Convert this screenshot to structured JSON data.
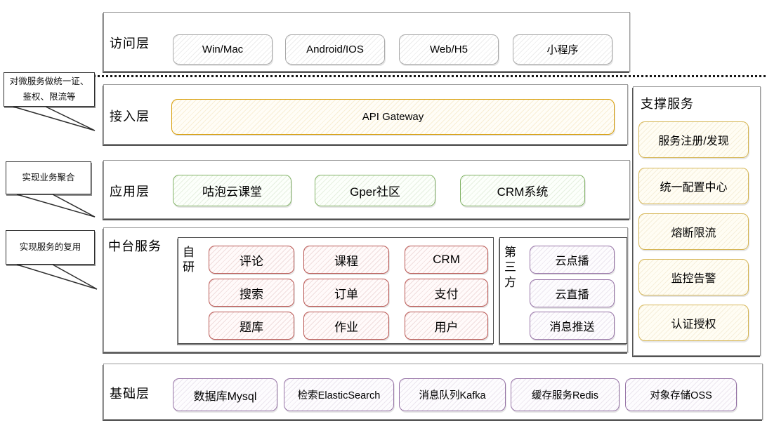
{
  "colors": {
    "gateway_accent": "#d79b00",
    "application_accent": "#82b366",
    "midplatform_accent": "#b85450",
    "thirdparty_accent": "#9673a6",
    "support_accent": "#d6b656",
    "base_accent": "#9673a6",
    "access_accent": "#a9a9a9"
  },
  "callouts": [
    {
      "text": "对微服务做统一证、鉴权、限流等"
    },
    {
      "text": "实现业务聚合"
    },
    {
      "text": "实现服务的复用"
    }
  ],
  "layers": {
    "access": {
      "label": "访问层",
      "items": [
        "Win/Mac",
        "Android/IOS",
        "Web/H5",
        "小程序"
      ]
    },
    "gateway": {
      "label": "接入层",
      "items": [
        "API Gateway"
      ]
    },
    "application": {
      "label": "应用层",
      "items": [
        "咕泡云课堂",
        "Gper社区",
        "CRM系统"
      ]
    },
    "middle": {
      "label": "中台服务",
      "groups": [
        {
          "label": "自研",
          "items": [
            "评论",
            "课程",
            "CRM",
            "搜索",
            "订单",
            "支付",
            "题库",
            "作业",
            "用户"
          ]
        },
        {
          "label": "第三方",
          "items": [
            "云点播",
            "云直播",
            "消息推送"
          ]
        }
      ]
    },
    "support": {
      "label": "支撑服务",
      "items": [
        "服务注册/发现",
        "统一配置中心",
        "熔断限流",
        "监控告警",
        "认证授权"
      ]
    },
    "base": {
      "label": "基础层",
      "items": [
        "数据库Mysql",
        "检索ElasticSearch",
        "消息队列Kafka",
        "缓存服务Redis",
        "对象存储OSS"
      ]
    }
  }
}
